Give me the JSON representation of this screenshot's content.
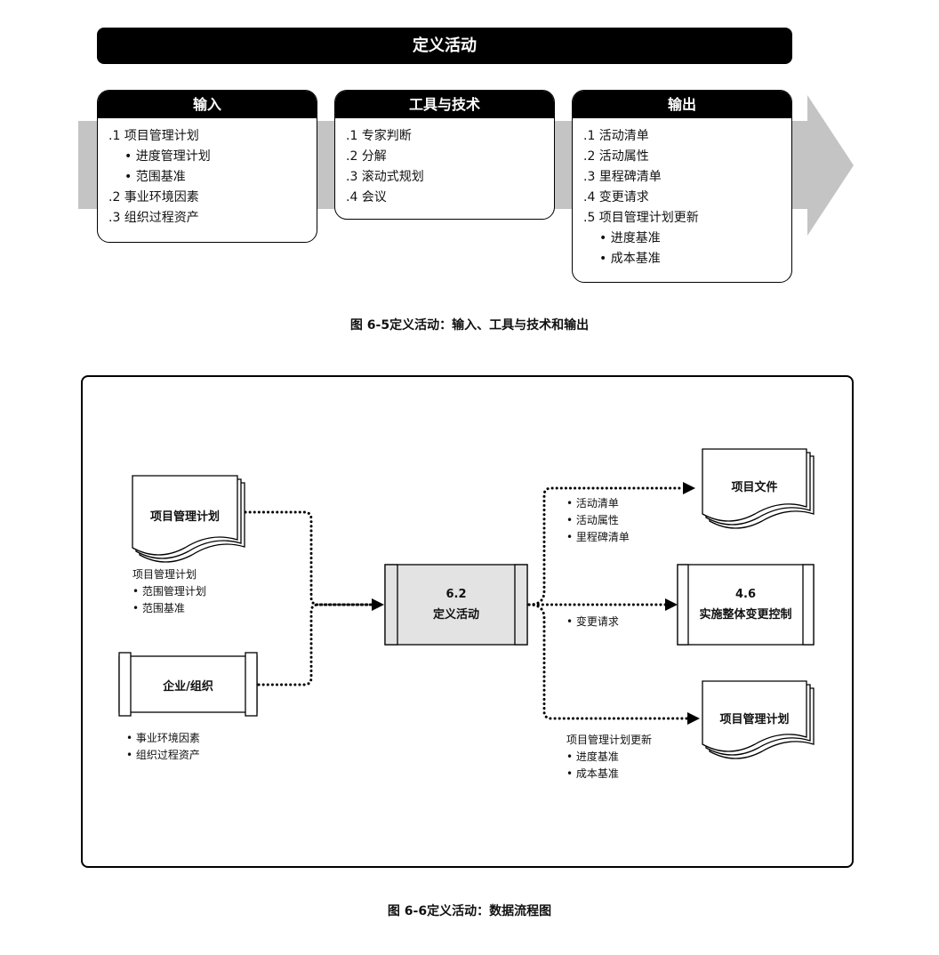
{
  "fig5": {
    "title": "定义活动",
    "inputs": {
      "header": "输入",
      "items": [
        {
          "text": ".1 项目管理计划",
          "sub": false
        },
        {
          "text": "• 进度管理计划",
          "sub": true
        },
        {
          "text": "• 范围基准",
          "sub": true
        },
        {
          "text": ".2 事业环境因素",
          "sub": false
        },
        {
          "text": ".3 组织过程资产",
          "sub": false
        }
      ]
    },
    "tools": {
      "header": "工具与技术",
      "items": [
        {
          "text": ".1 专家判断",
          "sub": false
        },
        {
          "text": ".2 分解",
          "sub": false
        },
        {
          "text": ".3 滚动式规划",
          "sub": false
        },
        {
          "text": ".4 会议",
          "sub": false
        }
      ]
    },
    "outputs": {
      "header": "输出",
      "items": [
        {
          "text": ".1 活动清单",
          "sub": false
        },
        {
          "text": ".2 活动属性",
          "sub": false
        },
        {
          "text": ".3 里程碑清单",
          "sub": false
        },
        {
          "text": ".4 变更请求",
          "sub": false
        },
        {
          "text": ".5 项目管理计划更新",
          "sub": false
        },
        {
          "text": "• 进度基准",
          "sub": true
        },
        {
          "text": "• 成本基准",
          "sub": true
        }
      ]
    },
    "caption": "图 6-5定义活动：输入、工具与技术和输出"
  },
  "fig6": {
    "pm_plan_doc": "项目管理计划",
    "pm_plan_label": [
      "项目管理计划",
      "• 范围管理计划",
      "• 范围基准"
    ],
    "enterprise": "企业/组织",
    "enterprise_label": [
      "• 事业环境因素",
      "• 组织过程资产"
    ],
    "process_number": "6.2",
    "process_name": "定义活动",
    "out_docs": "项目文件",
    "out_docs_label": [
      "• 活动清单",
      "• 活动属性",
      "• 里程碑清单"
    ],
    "change_number": "4.6",
    "change_name": "实施整体变更控制",
    "change_label": "• 变更请求",
    "out_plan_doc": "项目管理计划",
    "out_plan_label": [
      "项目管理计划更新",
      "• 进度基准",
      "• 成本基准"
    ],
    "caption": "图 6-6定义活动：数据流程图"
  },
  "colors": {
    "process_fill": "#e3e3e3",
    "arrow_fill": "#c4c4c4",
    "ink": "#000000"
  }
}
